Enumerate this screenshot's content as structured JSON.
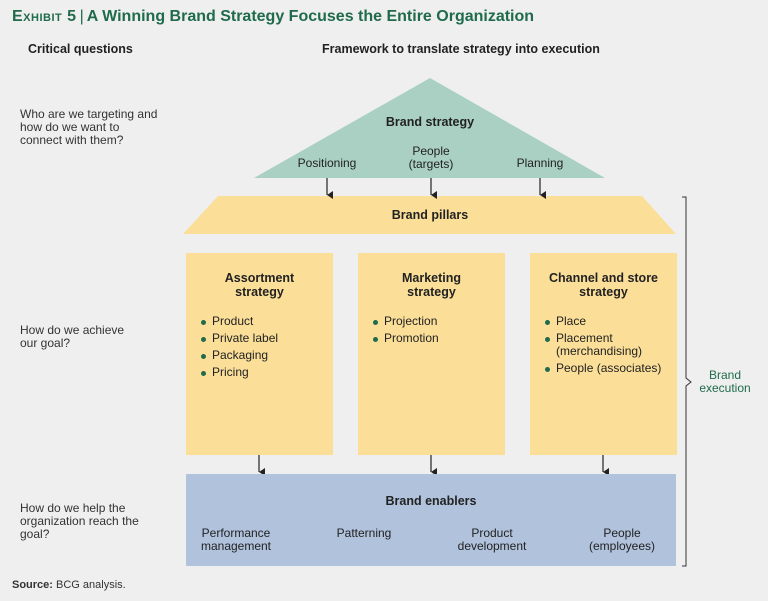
{
  "title": {
    "exhibit": "Exhibit 5",
    "separator": "|",
    "text": "A Winning Brand Strategy Focuses the Entire Organization"
  },
  "columns": {
    "left": "Critical questions",
    "right": "Framework to translate strategy into execution"
  },
  "questions": [
    "Who are we targeting and how do we want to connect with them?",
    "How do we achieve our goal?",
    "How do we help the organization reach the goal?"
  ],
  "brand_strategy": {
    "title": "Brand strategy",
    "items": [
      "Positioning",
      "People (targets)",
      "Planning"
    ]
  },
  "brand_pillars": {
    "title": "Brand pillars"
  },
  "pillars": [
    {
      "title": "Assortment strategy",
      "items": [
        "Product",
        "Private label",
        "Packaging",
        "Pricing"
      ]
    },
    {
      "title": "Marketing strategy",
      "items": [
        "Projection",
        "Promotion"
      ]
    },
    {
      "title": "Channel and store strategy",
      "items": [
        "Place",
        "Placement (merchandising)",
        "People (associates)"
      ]
    }
  ],
  "brand_enablers": {
    "title": "Brand enablers",
    "items": [
      "Performance management",
      "Patterning",
      "Product development",
      "People (employees)"
    ]
  },
  "brand_execution": "Brand execution",
  "source": {
    "label": "Source:",
    "text": "BCG analysis."
  },
  "colors": {
    "roof": "#a9d0c3",
    "pillar": "#fbdf99",
    "enablers": "#b0c2dc",
    "accent": "#1f6b4c"
  }
}
